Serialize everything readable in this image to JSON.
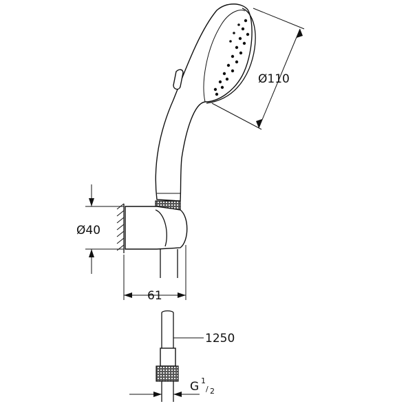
{
  "dimensions": {
    "spray_face_diameter": "Ø110",
    "holder_diameter": "Ø40",
    "holder_depth": "61",
    "hose_length": "1250",
    "thread": {
      "prefix": "G",
      "numerator": "1",
      "denominator": "2"
    }
  },
  "colors": {
    "line": "#111111",
    "background": "#ffffff"
  }
}
